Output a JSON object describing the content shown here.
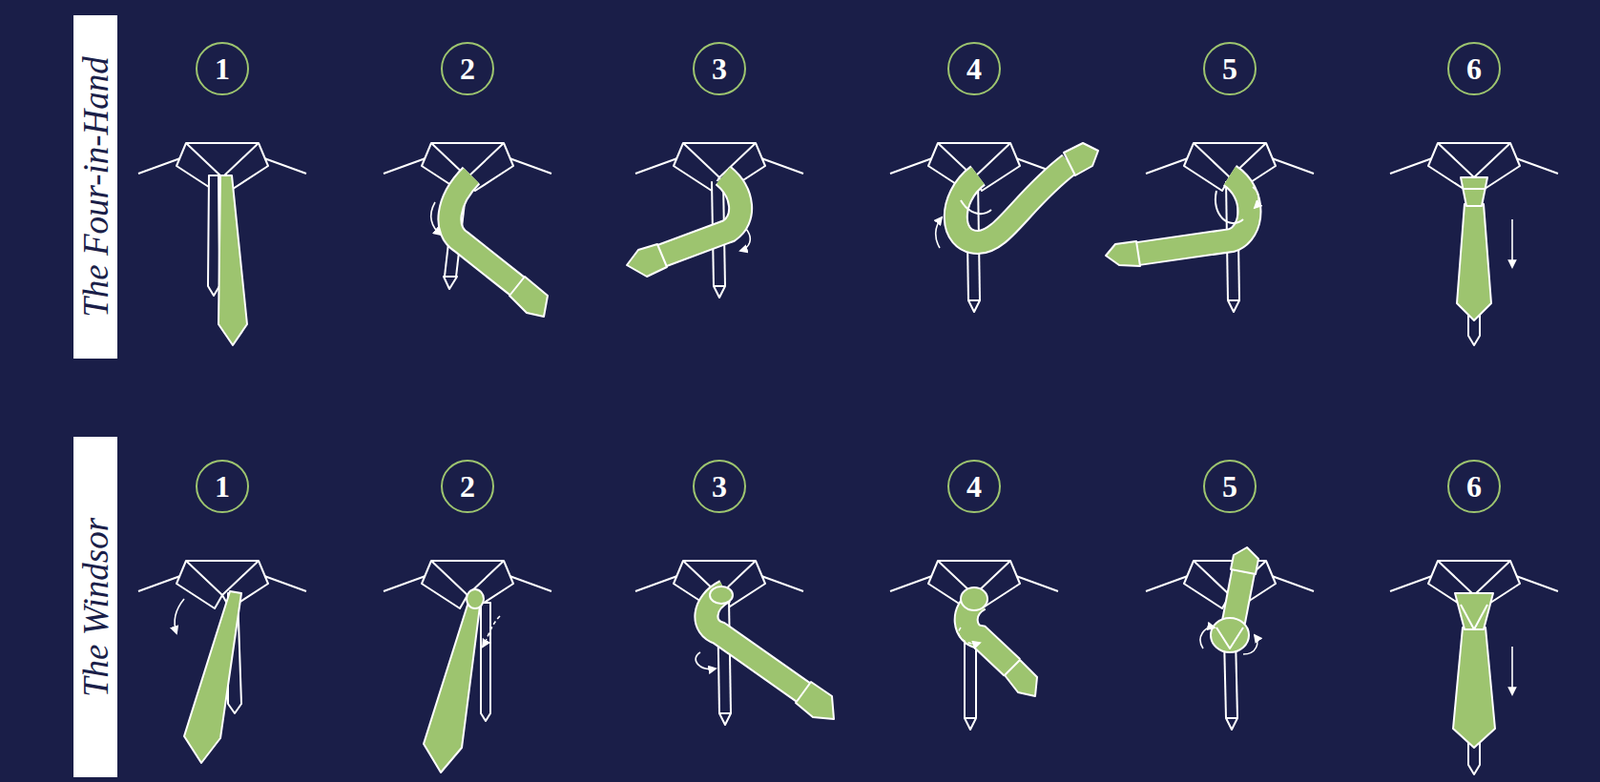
{
  "diagram": {
    "nodes": [
      {
        "text": [
          "The Four-in-Hand"
        ]
      },
      {
        "text": [
          "1"
        ]
      },
      {
        "text": [
          "2"
        ]
      },
      {
        "text": [
          "3"
        ]
      },
      {
        "text": [
          "4"
        ]
      },
      {
        "text": [
          "5"
        ]
      },
      {
        "text": [
          "6"
        ]
      },
      {
        "text": [
          "The Windsor"
        ]
      },
      {
        "text": [
          "1"
        ]
      },
      {
        "text": [
          "2"
        ]
      },
      {
        "text": [
          "3"
        ]
      },
      {
        "text": [
          "4"
        ]
      },
      {
        "text": [
          "5"
        ]
      },
      {
        "text": [
          "6"
        ]
      }
    ]
  }
}
